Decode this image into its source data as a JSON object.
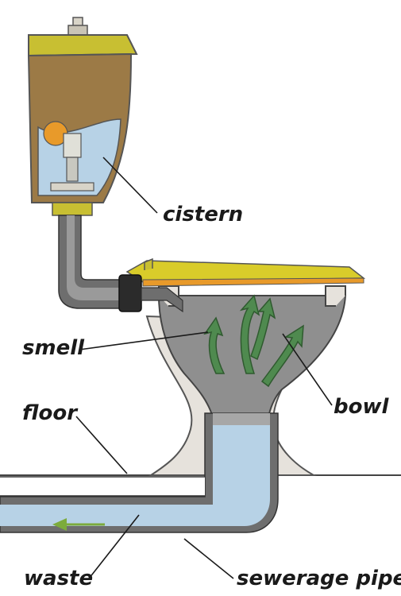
{
  "labels": {
    "cistern": "cistern",
    "smell": "smell",
    "floor": "floor",
    "bowl": "bowl",
    "waste": "waste",
    "sewerage_pipe": "sewerage pipe"
  },
  "colors": {
    "cistern_lid": "#c8bf32",
    "cistern_body": "#9c7a46",
    "water": "#b7d2e6",
    "pipe_wall": "#6e6e6e",
    "bowl_grey": "#8f8f8f",
    "porcelain": "#e6e2dc",
    "seat_yellow": "#d9cc2a",
    "seat_orange": "#e89a2a",
    "arrow_green": "#4f8a4f",
    "flow_arrow": "#7cab3c"
  }
}
